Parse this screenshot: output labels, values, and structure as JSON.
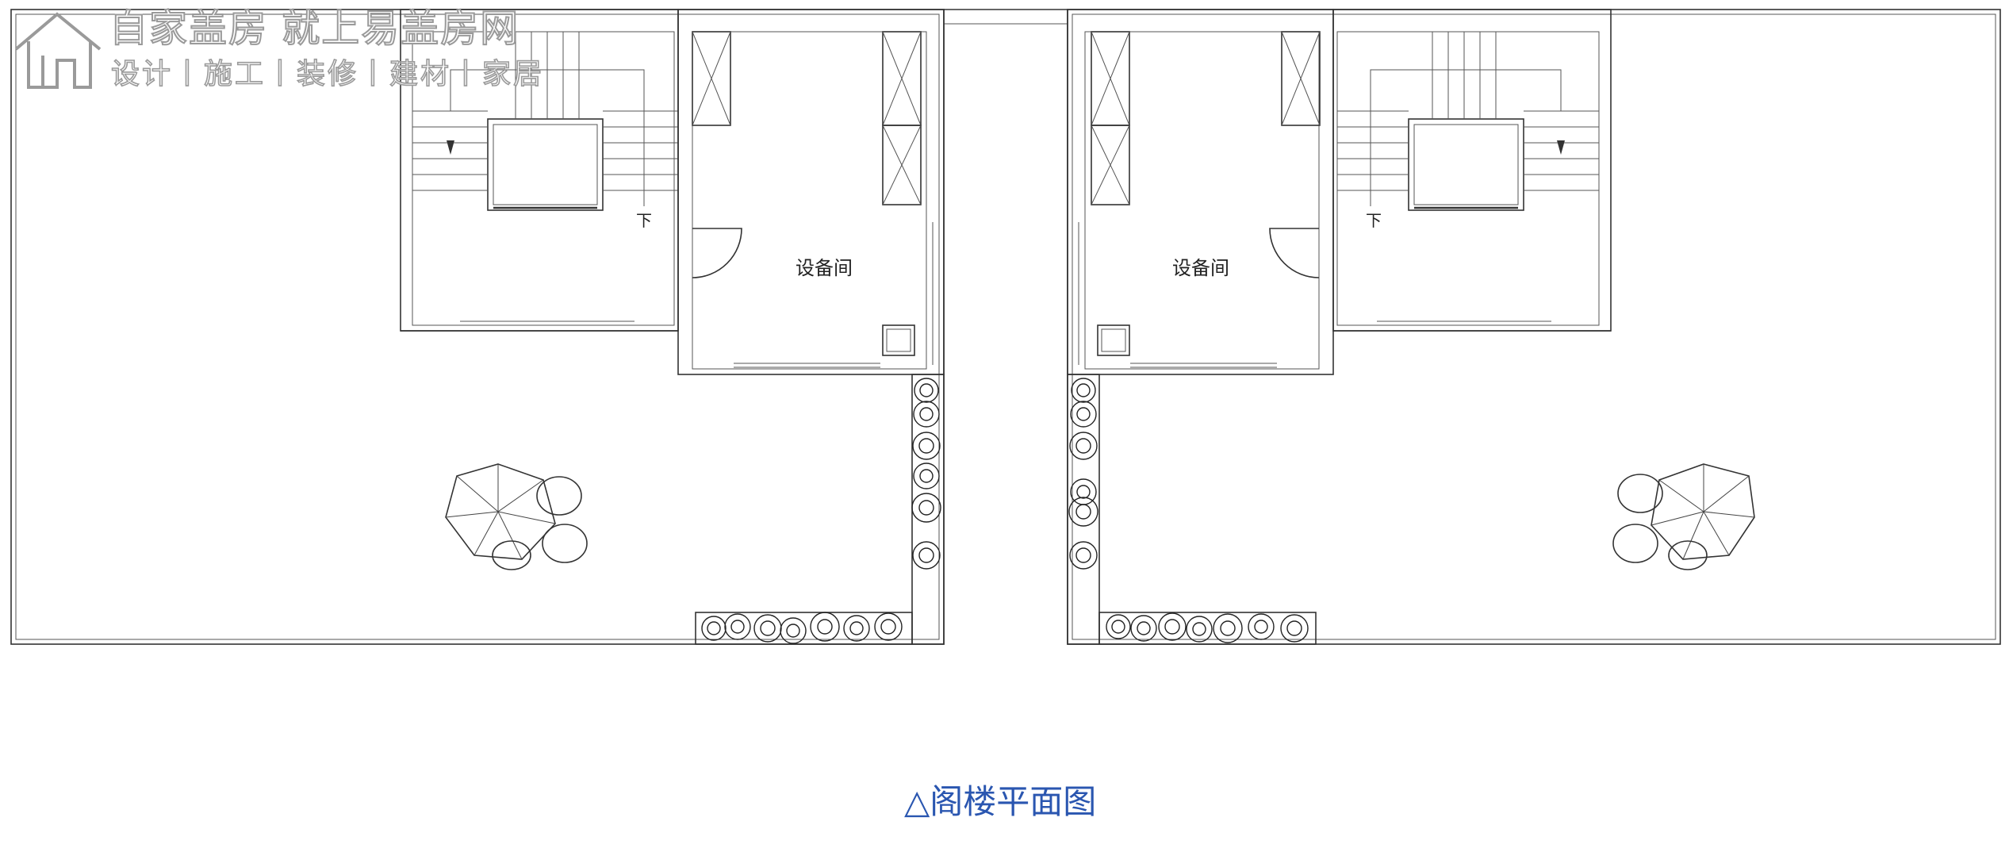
{
  "watermark": {
    "brand_line": "自家盖房 就上易盖房网",
    "service_line": "设计丨施工丨装修丨建材丨家居"
  },
  "plan": {
    "rooms": [
      {
        "label": "设备间"
      },
      {
        "label": "设备间"
      }
    ],
    "stair_marks": [
      {
        "label": "下"
      },
      {
        "label": "下"
      }
    ]
  },
  "caption": "△阁楼平面图",
  "colors": {
    "caption": "#2a56b0",
    "lines": "#333333",
    "watermark": "#9a9a9a"
  }
}
